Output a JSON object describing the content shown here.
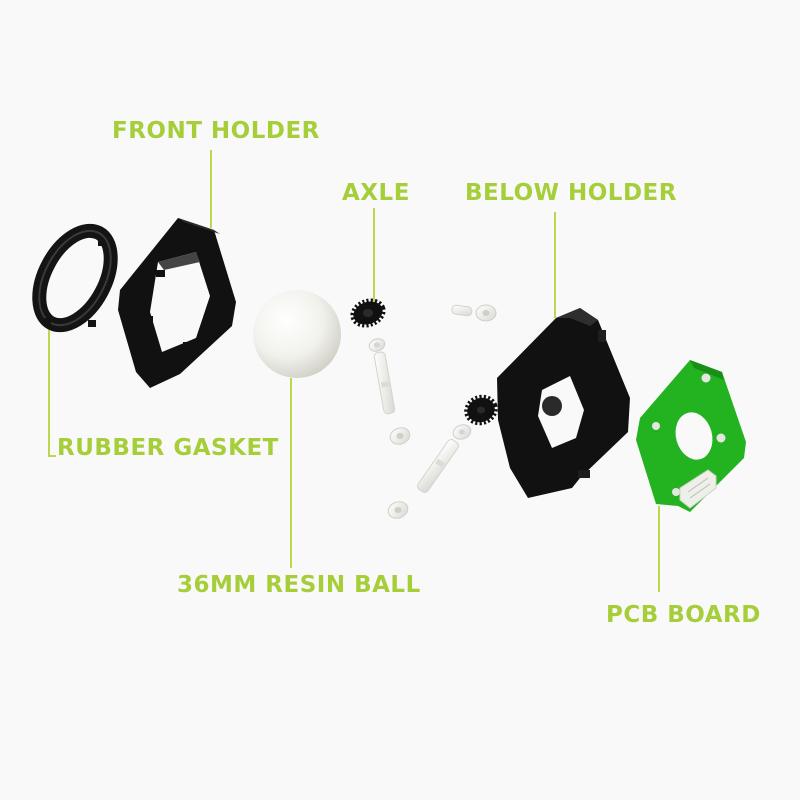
{
  "colors": {
    "label": "#a6ce39",
    "leader": "#b9d84a",
    "part_dark": "#111111",
    "ball": "#f1f1ec",
    "pcb": "#23b321",
    "white_part": "#f4f4f1"
  },
  "labels": {
    "front_holder": "FRONT  HOLDER",
    "axle": "AXLE",
    "below_holder": "BELOW  HOLDER",
    "rubber_gasket": "RUBBER  GASKET",
    "resin_ball": "36MM  RESIN  BALL",
    "pcb_board": "PCB BOARD"
  }
}
